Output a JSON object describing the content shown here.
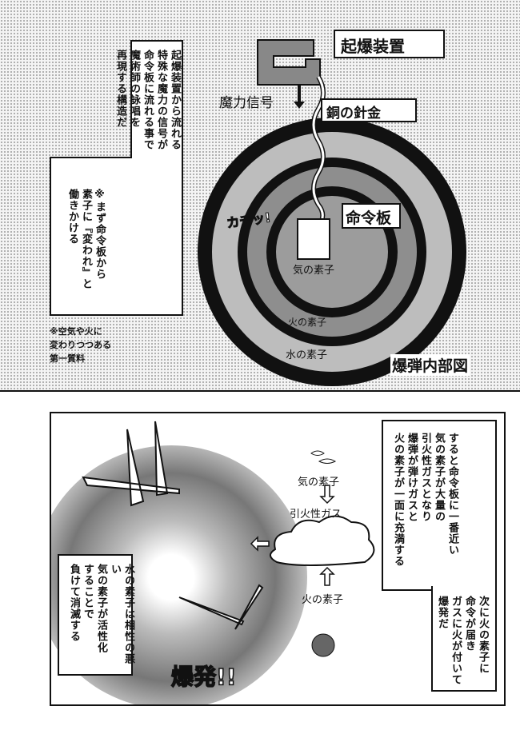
{
  "panel1": {
    "narration_main": [
      "起爆装置から流れる",
      "特殊な魔力の信号が",
      "命令板に流れる事で",
      "魔術師の詠唱を",
      "再現する構造だ"
    ],
    "narration_note": [
      "※まず命令板から",
      "素子に『変われ』と",
      "働きかける"
    ],
    "footnote": [
      "※空気や火に",
      "変わりつつある",
      "第一質料"
    ],
    "labels": {
      "detonator": "起爆装置",
      "magic_signal": "魔力信号",
      "copper_wire": "銅の針金",
      "command_plate": "命令板",
      "air_element": "気の素子",
      "fire_element": "火の素子",
      "water_element": "水の素子",
      "diagram_title": "爆弾内部図",
      "sfx_click": "カチッ!"
    }
  },
  "panel2": {
    "narration_top": [
      "すると命令板に一番近い",
      "気の素子が大量の",
      "引火性ガスとなり",
      "爆弾が弾けガスと",
      "火の素子が一面に充満する"
    ],
    "narration_bottom": [
      "次に火の素子に",
      "命令が届き",
      "ガスに火が付いて",
      "爆発だ"
    ],
    "narration_left": [
      "水の素子は相性の悪い",
      "気の素子が活性化",
      "することで",
      "負けて消滅する"
    ],
    "labels": {
      "air_element": "気の素子",
      "flammable_gas": "引火性ガス",
      "fire_element": "火の素子",
      "sfx_explosion": "爆発!!"
    }
  }
}
